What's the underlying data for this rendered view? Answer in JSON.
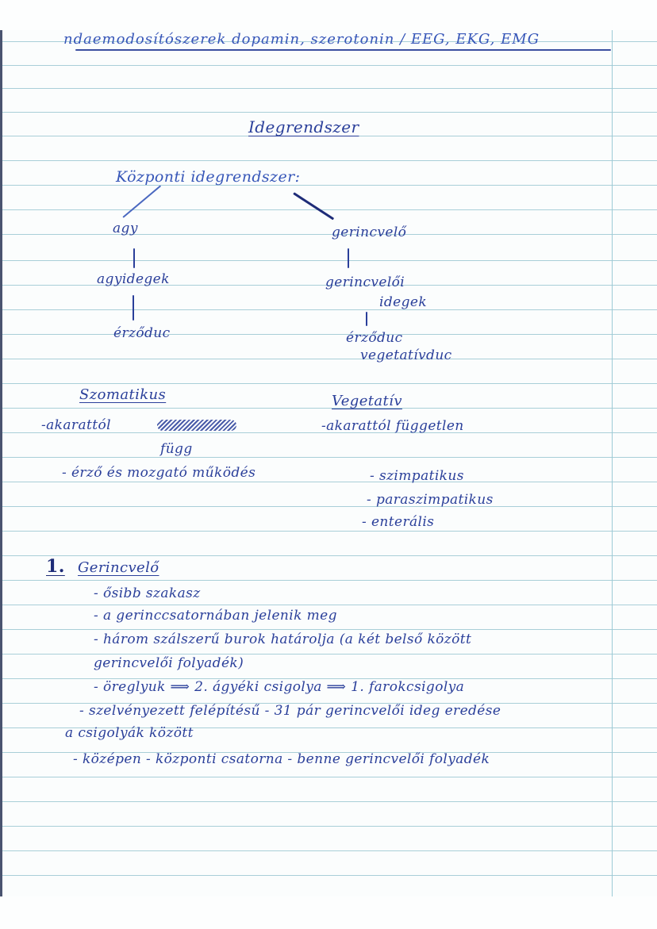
{
  "header_line": {
    "text": "Tudatmódosítószerek / dopamin, szerotonin / EEG, EKG, EMG",
    "visible_text": "ndaemodosítószerek dopamin, szerotonin / EEG, EKG, EMG"
  },
  "title": "Idegrendszer",
  "central": {
    "heading": "Központi idegrendszer:",
    "left_branch": {
      "node1": "agy",
      "node2": "agyidegek",
      "node3": "érződuc"
    },
    "right_branch": {
      "node1": "gerincvelő",
      "node2_line1": "gerincvelői",
      "node2_line2": "idegek",
      "node3_line1": "érződuc",
      "node3_line2": "vegetatívduc"
    }
  },
  "somatic": {
    "heading": "Szomatikus",
    "item1": "-akarattól",
    "item1_cont": "függ",
    "item2": "- érző és mozgató működés"
  },
  "vegetative": {
    "heading": "Vegetatív",
    "item1": "-akarattól független",
    "sub1": "- szimpatikus",
    "sub2": "- paraszimpatikus",
    "sub3": "- enterális"
  },
  "section1": {
    "number": "1.",
    "heading": "Gerincvelő",
    "bullets": [
      "- ősibb szakasz",
      "- a gerinccsatornában jelenik meg",
      "- három szálszerű burok határolja (a két belső között",
      "gerincvelői folyadék)",
      "-   öreglyuk  ⟹  2. ágyéki csigolya ⟹ 1. farokcsigolya",
      "- szelvényezett felépítésű - 31 pár gerincvelői ideg eredése",
      "a      csigolyák között",
      "- középen - központi csatorna - benne gerincvelői folyadék"
    ]
  },
  "colors": {
    "ink": "#2a3f9a",
    "rule": "#a9cfd8",
    "margin": "#9ccad6",
    "paper": "#fbfdfd"
  }
}
